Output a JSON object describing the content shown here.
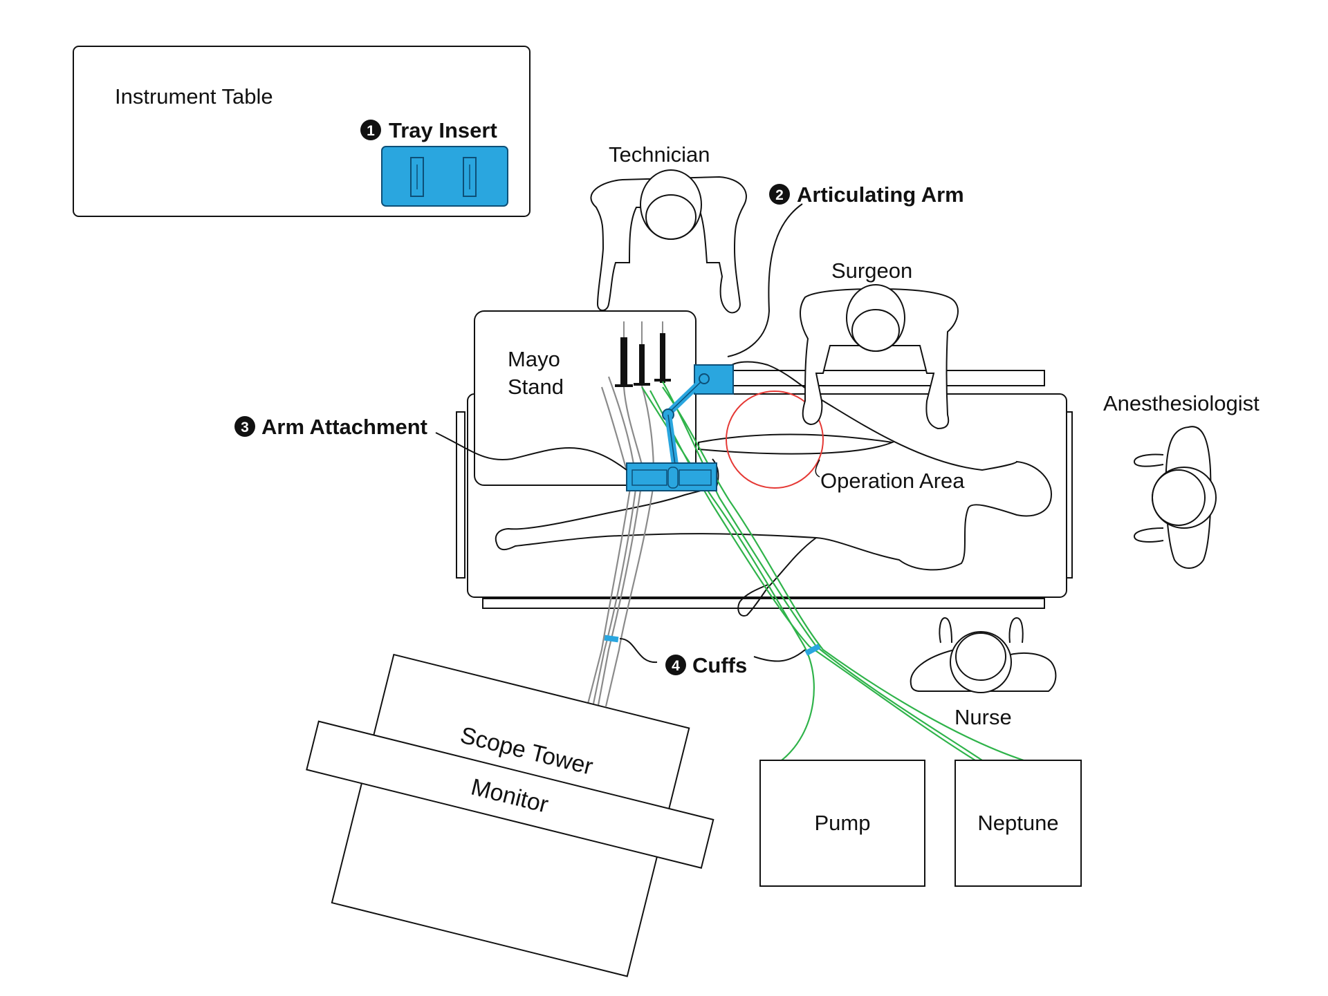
{
  "labels": {
    "instrument_table": "Instrument Table",
    "technician": "Technician",
    "surgeon": "Surgeon",
    "anesthesiologist": "Anesthesiologist",
    "nurse": "Nurse",
    "mayo_stand_line1": "Mayo",
    "mayo_stand_line2": "Stand",
    "operation_area": "Operation Area",
    "scope_tower": "Scope Tower",
    "monitor": "Monitor",
    "pump": "Pump",
    "neptune": "Neptune"
  },
  "callouts": [
    {
      "number": "1",
      "text": "Tray Insert"
    },
    {
      "number": "2",
      "text": "Articulating Arm"
    },
    {
      "number": "3",
      "text": "Arm Attachment"
    },
    {
      "number": "4",
      "text": "Cuffs"
    }
  ],
  "colors": {
    "device_blue": "#2aa6df",
    "tube_green": "#2fb34a",
    "tube_gray": "#8a8a8a",
    "operation_area_red": "#e53935"
  }
}
